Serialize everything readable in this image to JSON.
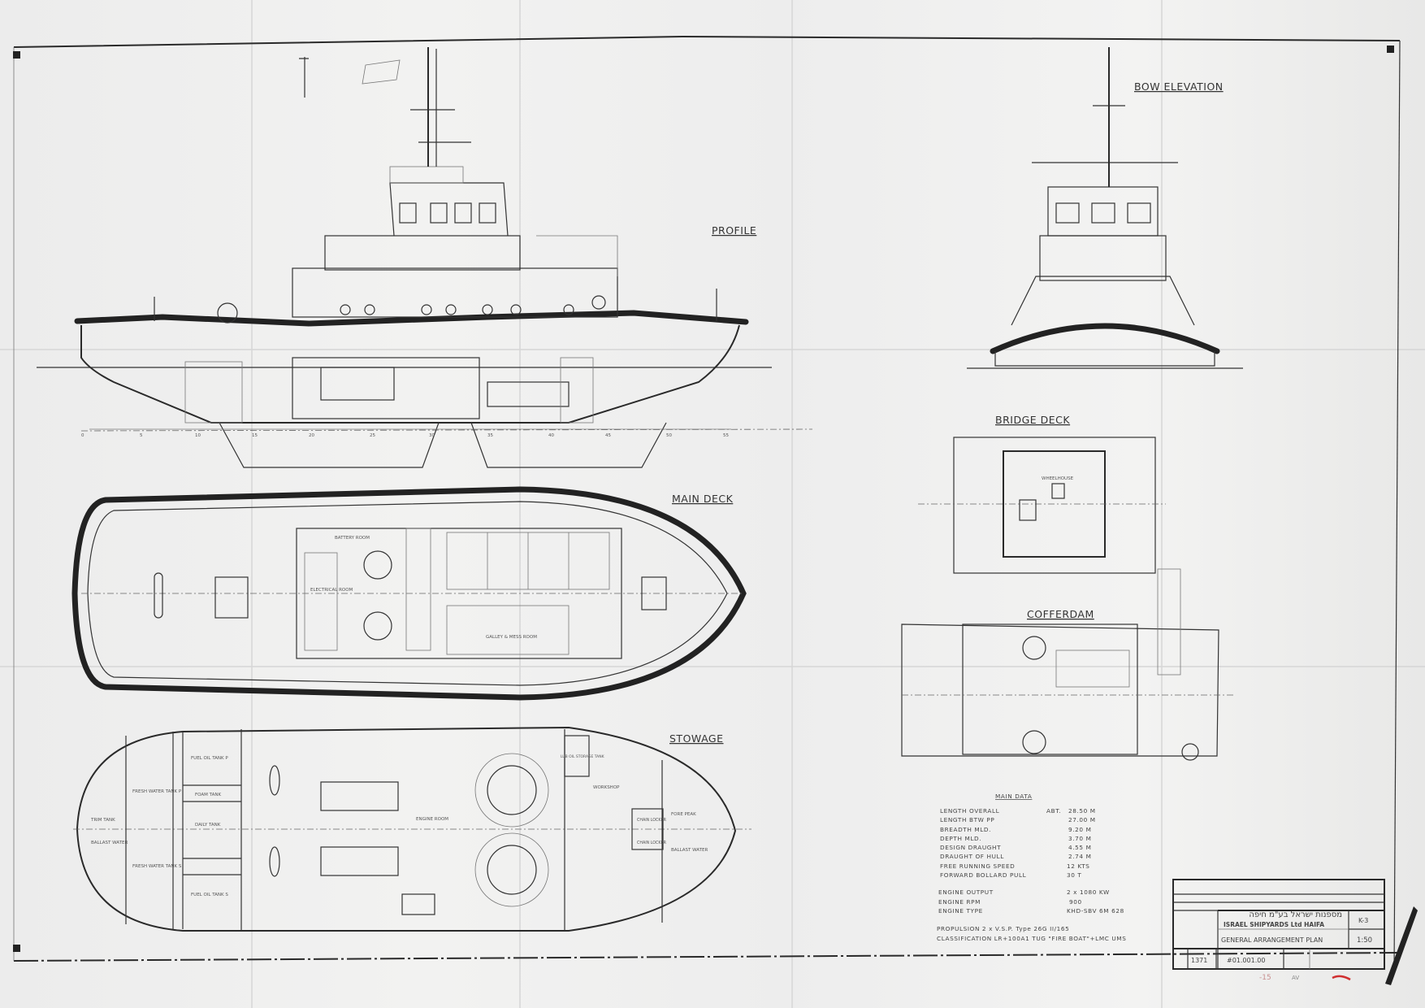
{
  "drawing": {
    "views": {
      "profile": "PROFILE",
      "bow_elevation": "BOW ELEVATION",
      "main_deck": "MAIN DECK",
      "bridge_deck": "BRIDGE DECK",
      "cofferdam": "COFFERDAM",
      "stowage": "STOWAGE"
    },
    "bridge_deck_rooms": {
      "wheelhouse": "WHEELHOUSE"
    },
    "main_deck_rooms": {
      "galley": "GALLEY & MESS ROOM",
      "electrical": "ELECTRICAL ROOM",
      "battery": "BATTERY ROOM"
    },
    "stowage_rooms": {
      "trim_tank": "TRIM TANK",
      "ballast_water_aft": "BALLAST WATER",
      "fresh_water_p": "FRESH WATER TANK P",
      "fresh_water_s": "FRESH WATER TANK S",
      "fuel_oil_p": "FUEL OIL TANK P",
      "foam_tank": "FOAM TANK",
      "daily_tank": "DAILY TANK",
      "fuel_oil_s": "FUEL OIL TANK S",
      "engine_room": "ENGINE ROOM",
      "lub_oil": "LUB OIL STORAGE TANK",
      "workshop": "WORKSHOP",
      "chain_locker_1": "CHAIN LOCKER",
      "chain_locker_2": "CHAIN LOCKER",
      "fore_peak": "FORE PEAK",
      "ballast_water_fwd": "BALLAST WATER"
    },
    "frame_numbers": [
      "0",
      "5",
      "10",
      "15",
      "20",
      "25",
      "30",
      "35",
      "40",
      "45",
      "50",
      "55"
    ]
  },
  "main_data": {
    "title": "MAIN DATA",
    "rows": [
      {
        "label": "LENGTH OVERALL",
        "prefix": "ABT.",
        "value": "28.50 M"
      },
      {
        "label": "LENGTH BTW PP",
        "prefix": "",
        "value": "27.00 M"
      },
      {
        "label": "BREADTH MLD.",
        "prefix": "",
        "value": "9.20 M"
      },
      {
        "label": "DEPTH MLD.",
        "prefix": "",
        "value": "3.70 M"
      },
      {
        "label": "DESIGN DRAUGHT",
        "prefix": "",
        "value": "4.55 M"
      },
      {
        "label": "DRAUGHT OF HULL",
        "prefix": "",
        "value": "2.74 M"
      },
      {
        "label": "FREE RUNNING SPEED",
        "prefix": "",
        "value": "12 KTS"
      },
      {
        "label": "FORWARD BOLLARD PULL",
        "prefix": "",
        "value": "30 T"
      }
    ],
    "engine_rows": [
      {
        "label": "ENGINE OUTPUT",
        "value": "2 x 1080 KW"
      },
      {
        "label": "ENGINE RPM",
        "value": "900"
      },
      {
        "label": "ENGINE TYPE",
        "value": "KHD-SBV 6M 628"
      }
    ],
    "propulsion": "PROPULSION  2 x V.S.P. Type 26G II/165",
    "classification": "CLASSIFICATION  LR+100A1 TUG \"FIRE BOAT\"+LMC UMS"
  },
  "title_block": {
    "company_hebrew": "מספנות ישראל בע\"מ חיפה",
    "company": "ISRAEL SHIPYARDS Ltd HAIFA",
    "sheet_code": "K-3",
    "drawing_title": "GENERAL ARRANGEMENT PLAN",
    "scale": "1:50",
    "hull_no": "1371",
    "drawing_no": "#01.001.00"
  },
  "annotations": {
    "pencil_note": "-15",
    "pencil_initials": "AV"
  }
}
